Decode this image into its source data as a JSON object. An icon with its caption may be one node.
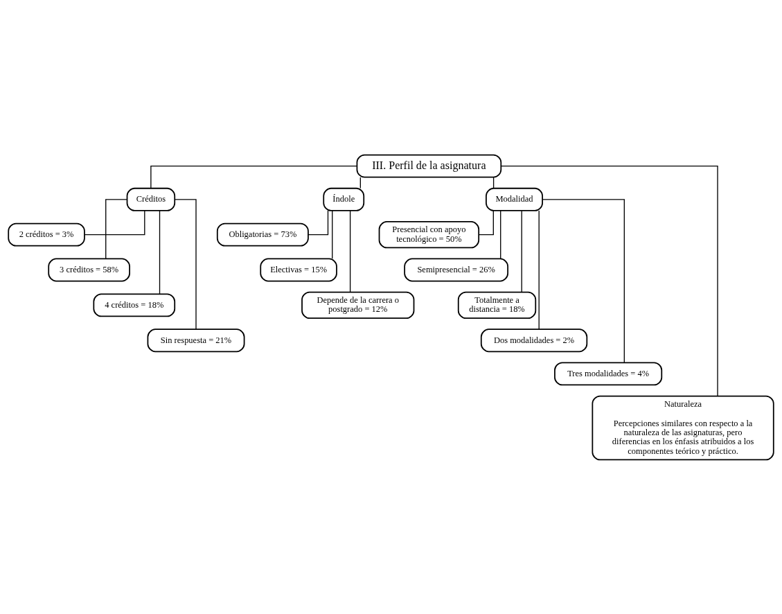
{
  "diagram": {
    "nodes": [
      {
        "text": [
          "III. Perfil de la asignatura"
        ]
      },
      {
        "text": [
          "Créditos"
        ]
      },
      {
        "text": [
          "Índole"
        ]
      },
      {
        "text": [
          "Modalidad"
        ]
      },
      {
        "text": [
          "2 créditos = 3%"
        ]
      },
      {
        "text": [
          "3 créditos = 58%"
        ]
      },
      {
        "text": [
          "4 créditos = 18%"
        ]
      },
      {
        "text": [
          "Sin respuesta = 21%"
        ]
      },
      {
        "text": [
          "Obligatorias = 73%"
        ]
      },
      {
        "text": [
          "Electivas = 15%"
        ]
      },
      {
        "text": [
          "Depende de la carrera o postgrado = 12%"
        ]
      },
      {
        "text": [
          "Presencial con apoyo tecnológico = 50%"
        ]
      },
      {
        "text": [
          "Semipresencial = 26%"
        ]
      },
      {
        "text": [
          "Totalmente a distancia = 18%"
        ]
      },
      {
        "text": [
          "Dos modalidades = 2%"
        ]
      },
      {
        "text": [
          "Tres modalidades = 4%"
        ]
      },
      {
        "text": [
          "Naturaleza",
          "Percepciones similares con respecto a la naturaleza de las asignaturas, pero diferencias en los énfasis atribuidos a los componentes teórico y práctico."
        ]
      }
    ],
    "edges": [
      {
        "from": 0,
        "to": 1,
        "arrow": "none"
      },
      {
        "from": 0,
        "to": 16,
        "arrow": "none"
      },
      {
        "from": 0,
        "to": 2,
        "arrow": "none"
      },
      {
        "from": 0,
        "to": 3,
        "arrow": "none"
      },
      {
        "from": 1,
        "to": 4,
        "arrow": "none"
      },
      {
        "from": 1,
        "to": 5,
        "arrow": "none"
      },
      {
        "from": 1,
        "to": 6,
        "arrow": "none"
      },
      {
        "from": 1,
        "to": 7,
        "arrow": "none"
      },
      {
        "from": 2,
        "to": 8,
        "arrow": "none"
      },
      {
        "from": 2,
        "to": 9,
        "arrow": "none"
      },
      {
        "from": 2,
        "to": 10,
        "arrow": "none"
      },
      {
        "from": 3,
        "to": 11,
        "arrow": "none"
      },
      {
        "from": 3,
        "to": 12,
        "arrow": "none"
      },
      {
        "from": 3,
        "to": 13,
        "arrow": "none"
      },
      {
        "from": 3,
        "to": 14,
        "arrow": "none"
      },
      {
        "from": 3,
        "to": 15,
        "arrow": "none"
      }
    ]
  }
}
